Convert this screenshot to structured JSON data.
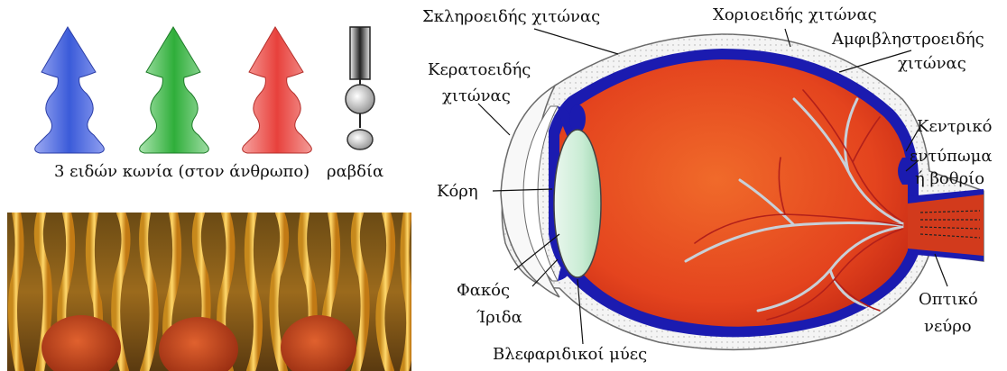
{
  "left_panel": {
    "caption_cones": "3 ειδών κωνία (στον άνθρωπο)",
    "caption_rods": "ραβδία",
    "cone_colors": [
      "#3b5bd9",
      "#2fae3a",
      "#e8413c"
    ],
    "rod_color": "#222222"
  },
  "eye_diagram": {
    "labels": {
      "sclera": "Σκληροειδής χιτώνας",
      "choroid": "Χοριοειδής χιτώνας",
      "retina_1": "Αμφιβληστροειδής",
      "retina_2": "χιτώνας",
      "cornea_1": "Κερατοειδής",
      "cornea_2": "χιτώνας",
      "fovea_1": "Κεντρικό",
      "fovea_2": "εντύπωμα",
      "fovea_3": "ή βοθρίο",
      "pupil": "Κόρη",
      "lens": "Φακός",
      "iris": "Ίριδα",
      "ciliary": "Βλεφαριδικοί μύες",
      "optic_1": "Οπτικό",
      "optic_2": "νεύρο"
    },
    "colors": {
      "eyeball": "#e8411e",
      "choroid": "#1b1bb0",
      "sclera": "#f4f4f4",
      "lens": "#c9ecd4",
      "vessels": "#c8d0d8"
    }
  }
}
